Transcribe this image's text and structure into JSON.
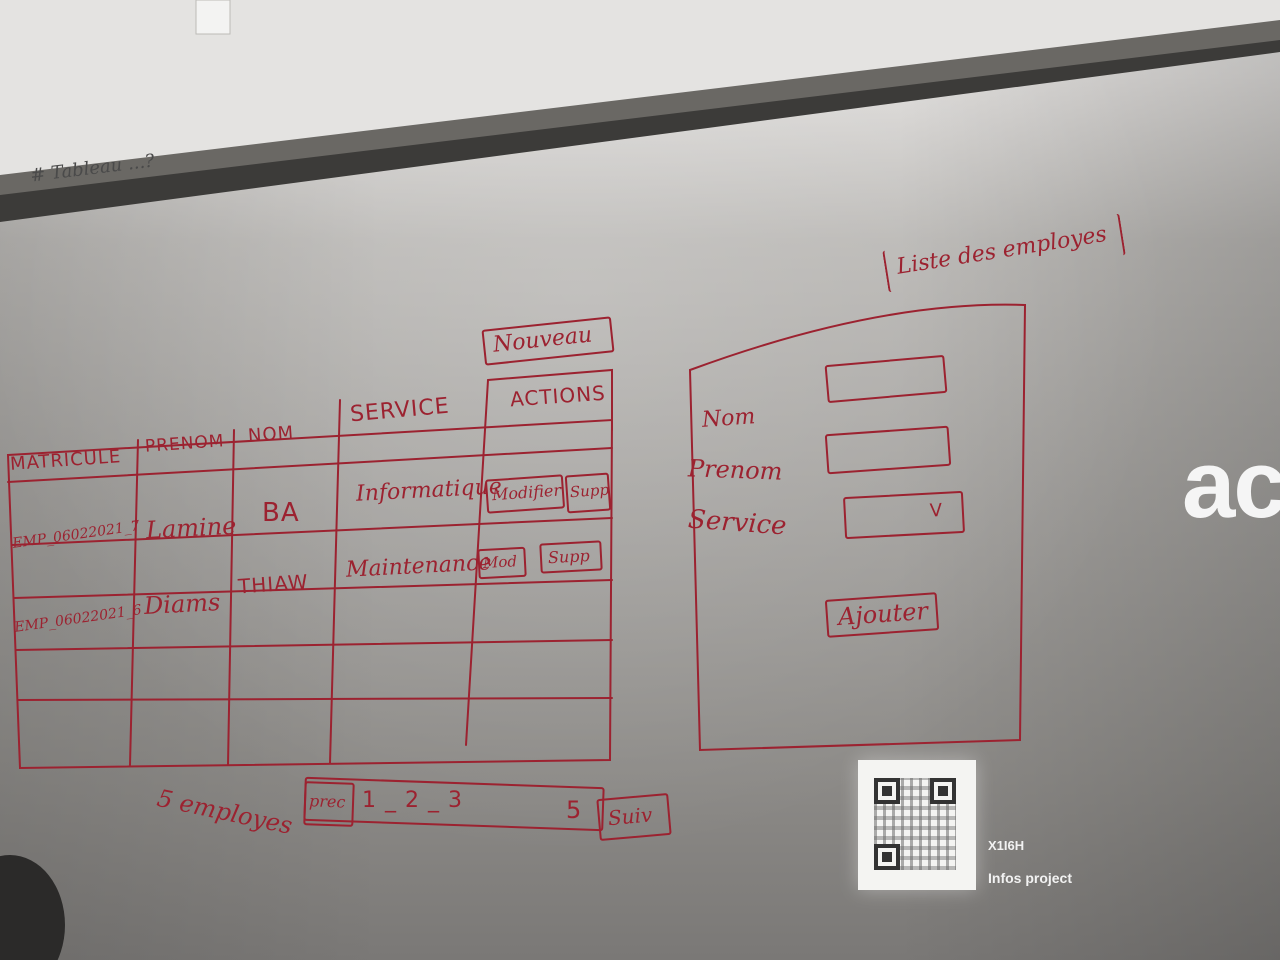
{
  "whiteboard": {
    "top_note": "# Tableau ...?",
    "table": {
      "columns": [
        "MATRICULE",
        "PRENOM",
        "NOM",
        "SERVICE",
        "ACTIONS"
      ],
      "rows": [
        {
          "matricule": "EMP_06022021_7",
          "prenom": "Lamine",
          "nom": "BA",
          "service": "Informatique",
          "action1": "Modifier",
          "action2": "Supp"
        },
        {
          "matricule": "EMP_06022021_6",
          "prenom": "Diams",
          "nom": "THIAW",
          "service": "Maintenance",
          "action1": "Mod",
          "action2": "Supp"
        }
      ]
    },
    "new_button": "Nouveau",
    "count_label": "5 employes",
    "pagination": {
      "prev": "prec",
      "pages": "1 _ 2 _ 3",
      "last": "5",
      "next": "Suiv"
    },
    "form": {
      "title": "Liste des employes",
      "fields": [
        {
          "label": "Nom"
        },
        {
          "label": "Prenom"
        },
        {
          "label": "Service",
          "type": "select",
          "arrow": "V"
        }
      ],
      "submit": "Ajouter"
    }
  },
  "projection": {
    "logo": "ac",
    "code": "X1I6H",
    "caption": "Infos project"
  },
  "colors": {
    "marker": "#9c2230"
  }
}
